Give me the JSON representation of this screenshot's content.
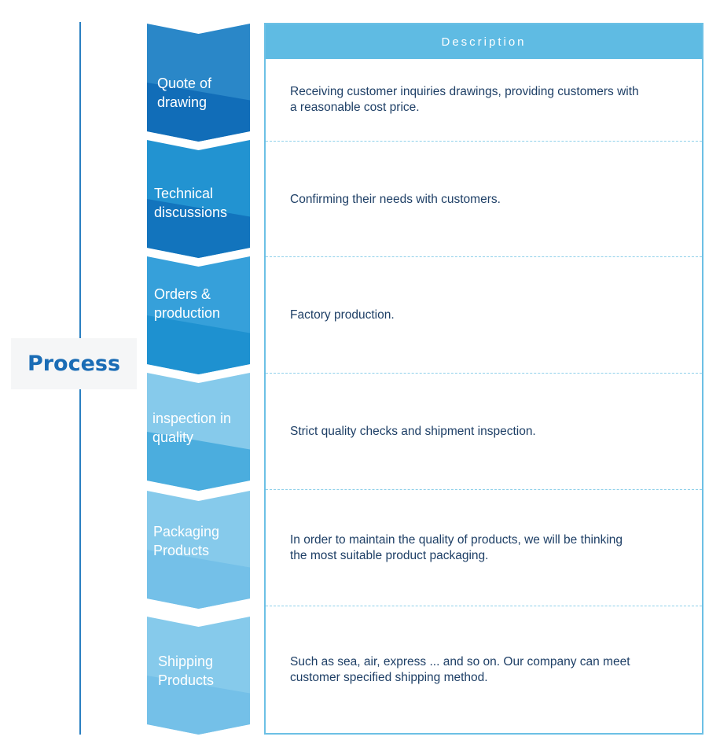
{
  "process_label": "Process",
  "table": {
    "header": "Description"
  },
  "steps": [
    {
      "title": "Quote of\ndrawing",
      "description": "Receiving customer inquiries drawings, providing customers with\n a reasonable cost price.",
      "color_top": "#2a87c8",
      "color_bottom": "#116db8"
    },
    {
      "title": "Technical\ndiscussions",
      "description": "Confirming their needs with customers.",
      "color_top": "#2293d1",
      "color_bottom": "#1274bd"
    },
    {
      "title": "Orders &\nproduction",
      "description": "Factory production.",
      "color_top": "#36a0da",
      "color_bottom": "#1e91d0"
    },
    {
      "title": "inspection in\nquality",
      "description": "Strict quality checks and shipment inspection.",
      "color_top": "#86caeb",
      "color_bottom": "#4badde"
    },
    {
      "title": "Packaging\nProducts",
      "description": "In order to maintain the quality of products, we will be thinking\n the most suitable product packaging.",
      "color_top": "#86caeb",
      "color_bottom": "#74c0e8"
    },
    {
      "title": "Shipping\nProducts",
      "description": "Such as sea, air, express ... and so on. Our company can meet\n customer specified shipping method.",
      "color_top": "#86caeb",
      "color_bottom": "#74c0e8"
    }
  ]
}
